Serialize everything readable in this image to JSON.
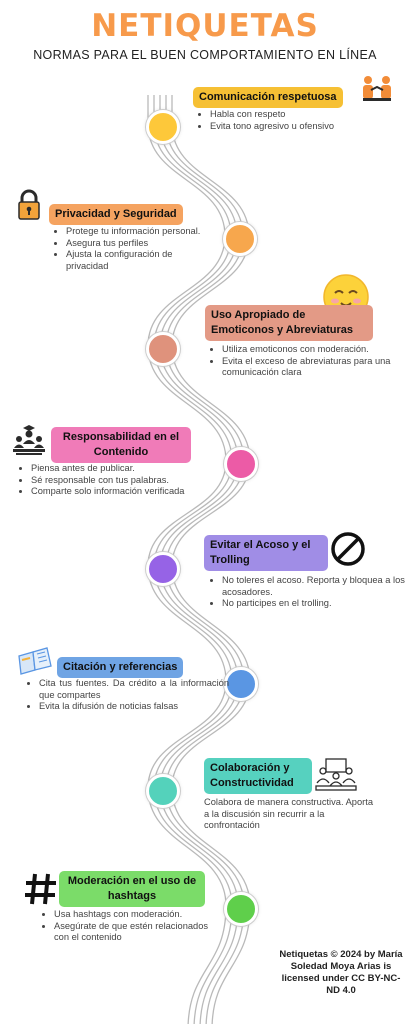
{
  "header": {
    "title": "NETIQUETAS",
    "subtitle": "NORMAS PARA EL BUEN COMPORTAMIENTO EN LÍNEA"
  },
  "sections": [
    {
      "title": "Comunicación respetuosa",
      "color": "#f6c034",
      "dot": "#fdc83a",
      "icon": "handshake-icon",
      "points": [
        "Habla con respeto",
        "Evita tono agresivo u ofensivo"
      ]
    },
    {
      "title": "Privacidad y Seguridad",
      "color": "#f5a360",
      "dot": "#f7a74d",
      "icon": "padlock-icon",
      "points": [
        "Protege tu información personal.",
        "Asegura tus perfiles",
        "Ajusta la configuración de privacidad"
      ]
    },
    {
      "title": "Uso Apropiado de Emoticonos y Abreviaturas",
      "color": "#e39a86",
      "dot": "#df927c",
      "icon": "smiley-icon",
      "points": [
        "Utiliza emoticonos con moderación.",
        "Evita el exceso de abreviaturas para una comunicación clara"
      ]
    },
    {
      "title": "Responsabilidad en el Contenido",
      "color": "#f07bb8",
      "dot": "#ec5ba6",
      "icon": "people-icon",
      "points": [
        "Piensa antes de publicar.",
        "Sé responsable con tus palabras.",
        "Comparte solo información verificada"
      ]
    },
    {
      "title": "Evitar el Acoso y el Trolling",
      "color": "#a08de6",
      "dot": "#9663e6",
      "icon": "prohibited-icon",
      "points": [
        "No toleres el acoso. Reporta y bloquea a los acosadores.",
        "No participes en el trolling."
      ]
    },
    {
      "title": "Citación y referencias",
      "color": "#6fa4e4",
      "dot": "#5a96e3",
      "icon": "book-icon",
      "points": [
        "Cita tus fuentes. Da crédito a la información que compartes",
        "Evita la difusión de noticias falsas"
      ]
    },
    {
      "title": "Colaboración y Constructividad",
      "color": "#56d1bf",
      "dot": "#54d2bb",
      "icon": "meeting-icon",
      "text": "Colabora de manera constructiva. Aporta a la discusión sin recurrir a la confrontación"
    },
    {
      "title": "Moderación en el uso de hashtags",
      "color": "#7bdc69",
      "dot": "#5fcf4b",
      "icon": "hashtag-icon",
      "points": [
        "Usa hashtags con moderación.",
        "Asegúrate de que estén relacionados con el contenido"
      ]
    }
  ],
  "credit": "Netiquetas © 2024 by María Soledad Moya Arias is licensed under CC BY-NC-ND 4.0"
}
